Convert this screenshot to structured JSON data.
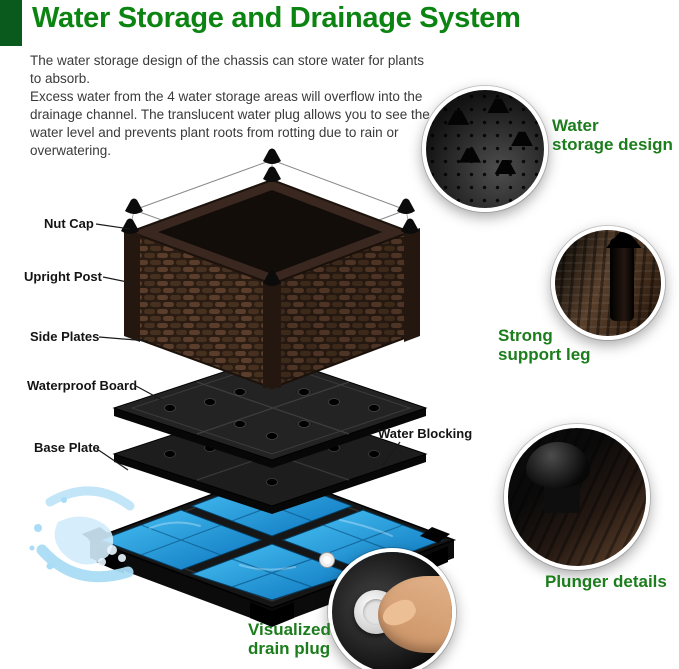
{
  "header": {
    "title": "Water Storage and Drainage System"
  },
  "intro": {
    "para1": "The water storage design of the chassis can store water for plants to absorb.",
    "para2": "Excess water from the 4 water storage areas will overflow into the drainage channel. The translucent water plug allows you to see the water level and prevents plant roots from rotting due to rain or overwatering."
  },
  "diagram": {
    "labels": {
      "nut_cap": "Nut Cap",
      "upright_post": "Upright Post",
      "side_plates": "Side Plates",
      "waterproof_board": "Waterproof Board",
      "base_plate": "Base Plate",
      "water_blocking": "Water Blocking"
    }
  },
  "callouts": {
    "water_storage": {
      "line1": "Water",
      "line2": "storage design"
    },
    "support_leg": {
      "line1": "Strong",
      "line2": "support leg"
    },
    "plunger": {
      "line1": "Plunger details"
    },
    "drain_plug": {
      "line1": "Visualized",
      "line2": "drain plug"
    }
  },
  "colors": {
    "title_green": "#0c8412",
    "callout_label_green": "#1c7d1c",
    "accent_bar_green": "#0b5a1d",
    "water_blue": "#1e9fe0",
    "planter_brown": "#4a3122"
  }
}
